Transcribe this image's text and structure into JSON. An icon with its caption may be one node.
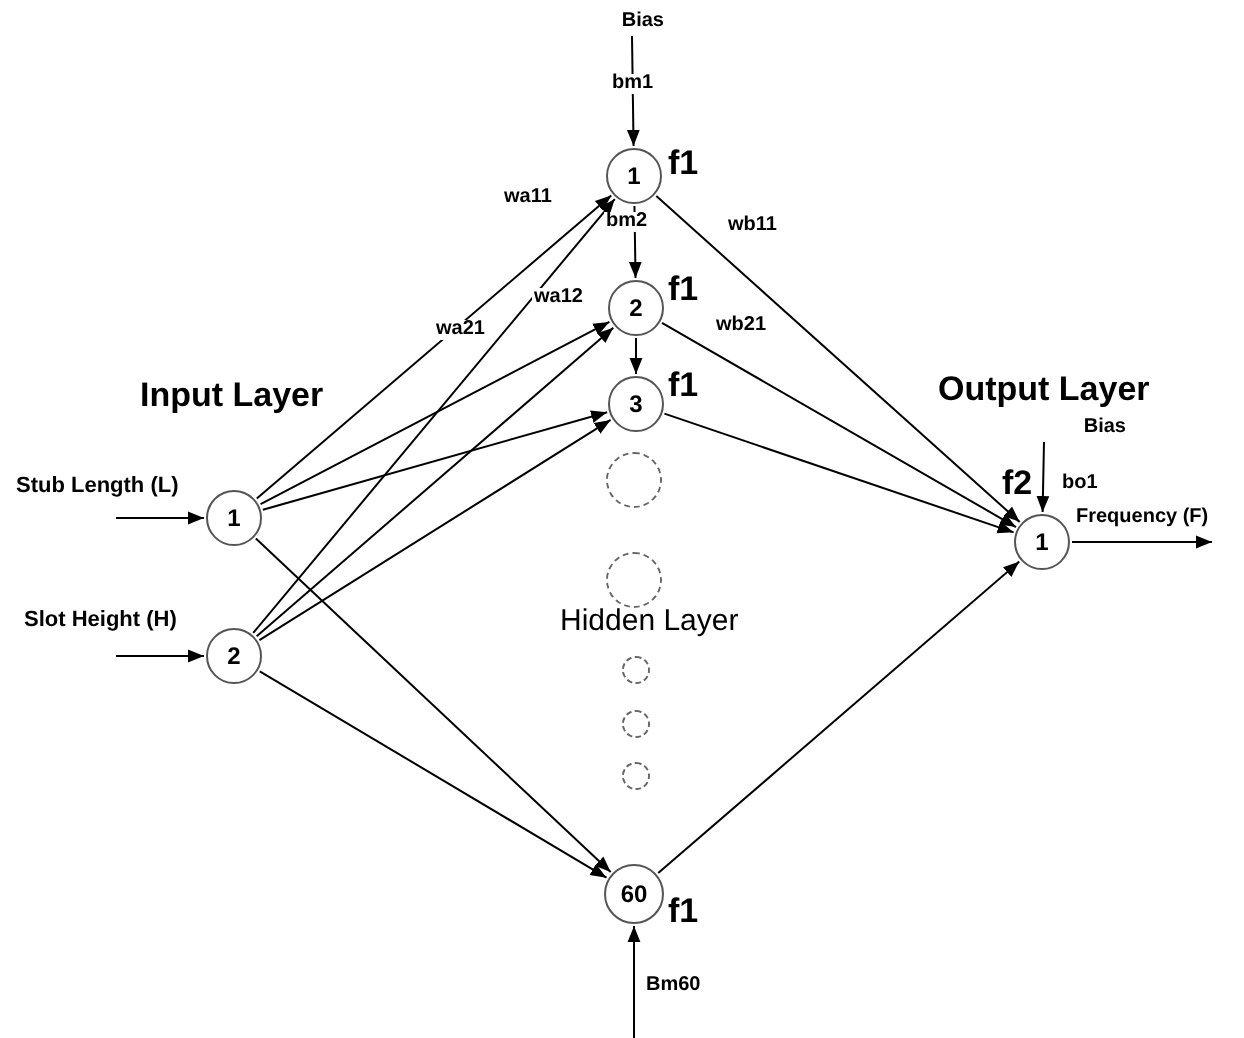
{
  "diagram": {
    "nodes": [
      {
        "text": [
          "1"
        ],
        "beside": [
          "Stub Length (L)"
        ]
      },
      {
        "text": [
          "2"
        ],
        "beside": [
          "Slot Height (H)"
        ]
      },
      {
        "text": [
          "1"
        ],
        "beside": [
          "f1"
        ]
      },
      {
        "text": [
          "2"
        ],
        "beside": [
          "f1"
        ]
      },
      {
        "text": [
          "3"
        ],
        "beside": [
          "f1"
        ]
      },
      {
        "text": [],
        "shape": "circle"
      },
      {
        "text": [],
        "shape": "circle"
      },
      {
        "text": [],
        "shape": "circle"
      },
      {
        "text": [],
        "shape": "circle"
      },
      {
        "text": [],
        "shape": "circle"
      },
      {
        "text": [
          "60"
        ],
        "beside": [
          "f1"
        ]
      },
      {
        "text": [
          "1"
        ],
        "beside": [
          "f2"
        ]
      },
      {
        "text": [
          "Bias"
        ]
      },
      {
        "text": [
          "Bias"
        ]
      }
    ],
    "edges": [
      {
        "from": null,
        "to": 0,
        "arrow": "to"
      },
      {
        "from": null,
        "to": 1,
        "arrow": "to"
      },
      {
        "from": 12,
        "to": 2,
        "arrow": "to",
        "label": "bm1"
      },
      {
        "from": 2,
        "to": 3,
        "arrow": "to",
        "label": "bm2"
      },
      {
        "from": 3,
        "to": 4,
        "arrow": "to"
      },
      {
        "from": 0,
        "to": 2,
        "arrow": "to",
        "label": "wa11"
      },
      {
        "from": 0,
        "to": 3,
        "arrow": "to",
        "label": "wa12"
      },
      {
        "from": 0,
        "to": 4,
        "arrow": "to"
      },
      {
        "from": 0,
        "to": 10,
        "arrow": "to"
      },
      {
        "from": 1,
        "to": 2,
        "arrow": "to",
        "label": "wa21"
      },
      {
        "from": 1,
        "to": 3,
        "arrow": "to"
      },
      {
        "from": 1,
        "to": 4,
        "arrow": "to"
      },
      {
        "from": 1,
        "to": 10,
        "arrow": "to"
      },
      {
        "from": 2,
        "to": 11,
        "arrow": "to",
        "label": "wb11"
      },
      {
        "from": 3,
        "to": 11,
        "arrow": "to",
        "label": "wb21"
      },
      {
        "from": 4,
        "to": 11,
        "arrow": "to"
      },
      {
        "from": 10,
        "to": 11,
        "arrow": "to"
      },
      {
        "from": 13,
        "to": 11,
        "arrow": "to",
        "label": "bo1"
      },
      {
        "from": null,
        "to": 10,
        "arrow": "to",
        "label": "Bm60"
      },
      {
        "from": 11,
        "to": null,
        "arrow": "to",
        "label": "Frequency (F)"
      }
    ],
    "labels": [
      "Input Layer",
      "Output Layer",
      "Hidden Layer"
    ]
  }
}
